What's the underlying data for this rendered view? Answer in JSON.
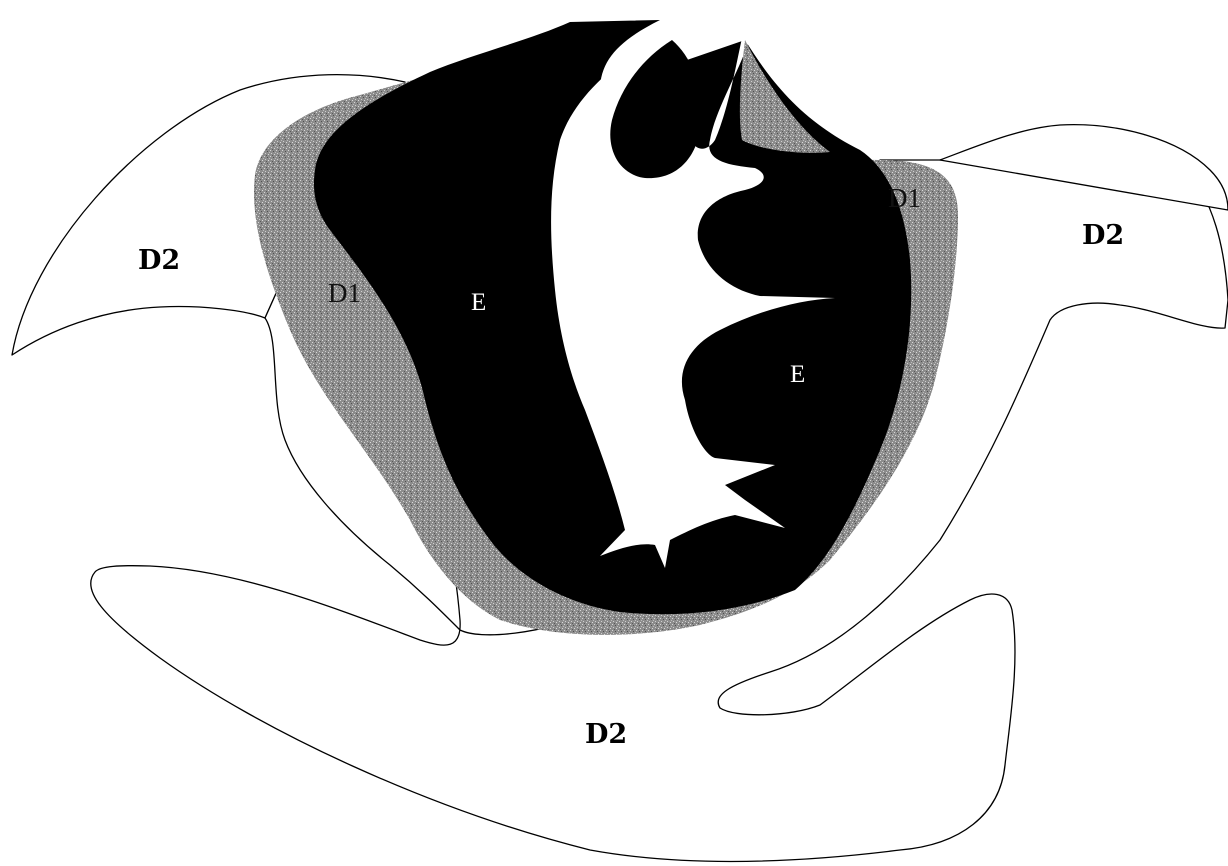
{
  "labels": {
    "d2_left": "D2",
    "d2_right": "D2",
    "d2_bottom": "D2",
    "d1_left": "D1",
    "d1_right": "D1",
    "e_left": "E",
    "e_right": "E"
  },
  "colors": {
    "outline": "#000000",
    "d1_stipple_base": "#8c8c8c",
    "d1_stipple_light": "#c8c8c8",
    "e_fill": "#000000",
    "background": "#ffffff"
  }
}
